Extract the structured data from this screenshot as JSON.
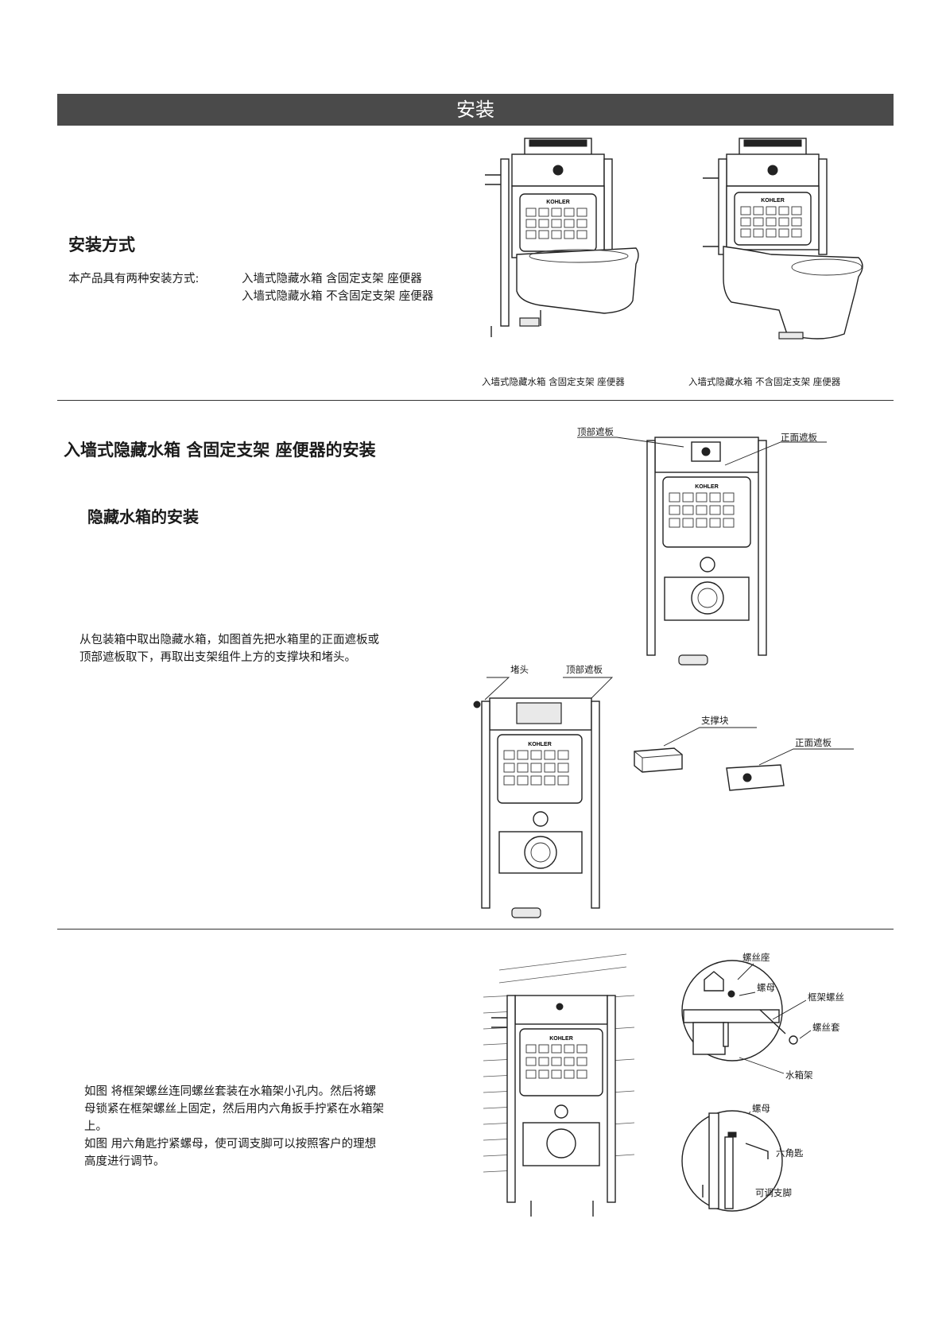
{
  "header": {
    "title": "安装"
  },
  "section1": {
    "title": "安装方式",
    "intro_label": "本产品具有两种安装方式:",
    "method1": "入墙式隐藏水箱 含固定支架 座便器",
    "method2": "入墙式隐藏水箱 不含固定支架 座便器",
    "caption_left": "入墙式隐藏水箱 含固定支架 座便器",
    "caption_right": "入墙式隐藏水箱 不含固定支架 座便器"
  },
  "section2": {
    "title": "入墙式隐藏水箱 含固定支架 座便器的安装",
    "subtitle": "隐藏水箱的安装",
    "para_line1": "从包装箱中取出隐藏水箱，如图首先把水箱里的正面遮板或",
    "para_line2": "顶部遮板取下，再取出支架组件上方的支撑块和堵头。",
    "labels": {
      "top_cover": "顶部遮板",
      "front_cover": "正面遮板",
      "plug": "堵头",
      "top_cover2": "顶部遮板",
      "support_block": "支撑块",
      "front_cover2": "正面遮板"
    }
  },
  "section3": {
    "para_line1": "如图  将框架螺丝连同螺丝套装在水箱架小孔内。然后将螺",
    "para_line2": "母锁紧在框架螺丝上固定，然后用内六角扳手拧紧在水箱架",
    "para_line3": "上。",
    "para_line4": "如图  用六角匙拧紧螺母，使可调支脚可以按照客户的理想",
    "para_line5": "高度进行调节。",
    "labels": {
      "screw_seat": "螺丝座",
      "nut": "螺母",
      "frame_screw": "框架螺丝",
      "screw_sleeve": "螺丝套",
      "tank_frame": "水箱架",
      "nut2": "螺母",
      "hex_key": "六角匙",
      "adjustable_foot": "可调支脚"
    }
  },
  "brand": "KOHLER"
}
